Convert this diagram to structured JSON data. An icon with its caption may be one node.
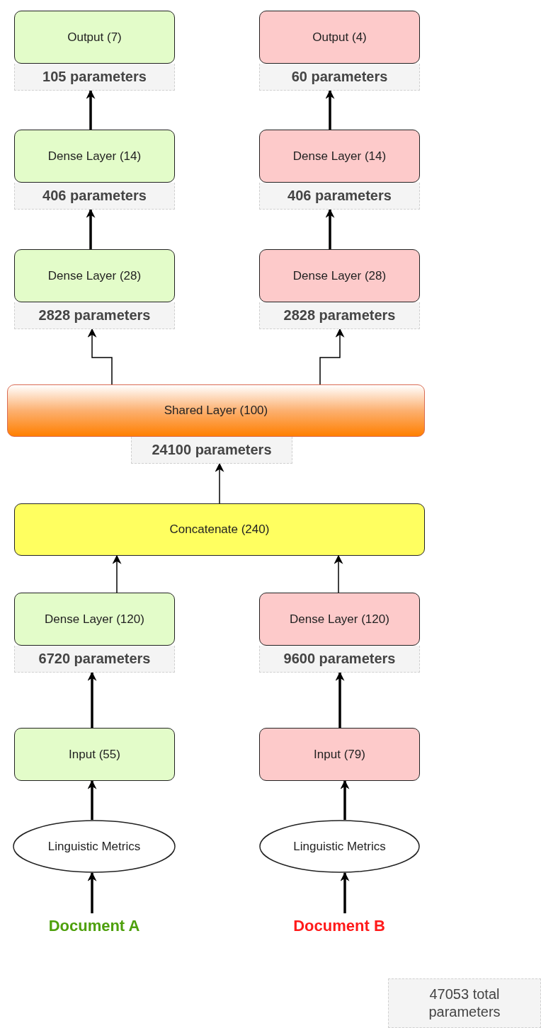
{
  "diagram": {
    "nodes": [
      {
        "text": [
          "Output (7)"
        ]
      },
      {
        "text": [
          "105 parameters"
        ]
      },
      {
        "text": [
          "Output (4)"
        ]
      },
      {
        "text": [
          "60 parameters"
        ]
      },
      {
        "text": [
          "Dense Layer (14)"
        ]
      },
      {
        "text": [
          "406 parameters"
        ]
      },
      {
        "text": [
          "Dense Layer (14)"
        ]
      },
      {
        "text": [
          "406 parameters"
        ]
      },
      {
        "text": [
          "Dense Layer (28)"
        ]
      },
      {
        "text": [
          "2828 parameters"
        ]
      },
      {
        "text": [
          "Dense Layer (28)"
        ]
      },
      {
        "text": [
          "2828 parameters"
        ]
      },
      {
        "text": [
          "Shared Layer (100)"
        ]
      },
      {
        "text": [
          "24100 parameters"
        ]
      },
      {
        "text": [
          "Concatenate (240)"
        ]
      },
      {
        "text": [
          "Dense Layer (120)"
        ]
      },
      {
        "text": [
          "6720 parameters"
        ]
      },
      {
        "text": [
          "Dense Layer (120)"
        ]
      },
      {
        "text": [
          "9600 parameters"
        ]
      },
      {
        "text": [
          "Input (55)"
        ]
      },
      {
        "text": [
          "Input (79)"
        ]
      },
      {
        "text": [
          "Linguistic Metrics"
        ]
      },
      {
        "text": [
          "Linguistic Metrics"
        ]
      },
      {
        "text": [
          "Document A"
        ]
      },
      {
        "text": [
          "Document B"
        ]
      },
      {
        "text": [
          "47053 total parameters"
        ]
      }
    ],
    "edges": [
      {
        "from": 23,
        "to": 21,
        "arrow": "to"
      },
      {
        "from": 24,
        "to": 22,
        "arrow": "to"
      },
      {
        "from": 21,
        "to": 19,
        "arrow": "to"
      },
      {
        "from": 22,
        "to": 20,
        "arrow": "to"
      },
      {
        "from": 19,
        "to": 16,
        "arrow": "to"
      },
      {
        "from": 20,
        "to": 18,
        "arrow": "to"
      },
      {
        "from": 15,
        "to": 14,
        "arrow": "to"
      },
      {
        "from": 17,
        "to": 14,
        "arrow": "to"
      },
      {
        "from": 14,
        "to": 13,
        "arrow": "to"
      },
      {
        "from": 12,
        "to": 9,
        "arrow": "to"
      },
      {
        "from": 12,
        "to": 11,
        "arrow": "to"
      },
      {
        "from": 8,
        "to": 5,
        "arrow": "to"
      },
      {
        "from": 10,
        "to": 7,
        "arrow": "to"
      },
      {
        "from": 4,
        "to": 1,
        "arrow": "to"
      },
      {
        "from": 6,
        "to": 3,
        "arrow": "to"
      }
    ]
  }
}
